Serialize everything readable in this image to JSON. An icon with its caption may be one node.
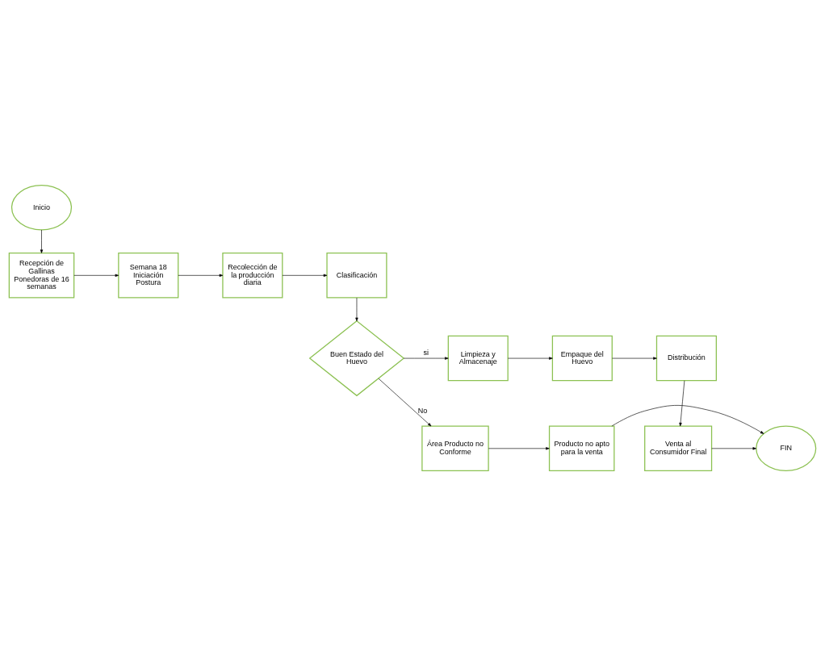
{
  "diagram": {
    "nodes": [
      {
        "text": [
          "Inicio"
        ]
      },
      {
        "text": [
          "Recepción de Gallinas Ponedoras de 16 semanas"
        ]
      },
      {
        "text": [
          "Semana 18 Iniciación Postura"
        ]
      },
      {
        "text": [
          "Recolección de la producción diaria"
        ]
      },
      {
        "text": [
          "Clasificación"
        ]
      },
      {
        "text": [
          "Buen Estado del Huevo"
        ]
      },
      {
        "text": [
          "Limpieza y Almacenaje"
        ]
      },
      {
        "text": [
          "Empaque del Huevo"
        ]
      },
      {
        "text": [
          "Distribución"
        ]
      },
      {
        "text": [
          "Venta al Consumidor Final"
        ]
      },
      {
        "text": [
          "FIN"
        ]
      },
      {
        "text": [
          "Producto no apto para la venta"
        ]
      },
      {
        "text": [
          "Área Producto no Conforme"
        ]
      }
    ],
    "edges": [
      {
        "from": 0,
        "to": 1,
        "arrow": "to"
      },
      {
        "from": 1,
        "to": 2,
        "arrow": "to"
      },
      {
        "from": 2,
        "to": 3,
        "arrow": "to"
      },
      {
        "from": 3,
        "to": 4,
        "arrow": "to"
      },
      {
        "from": 4,
        "to": 5,
        "arrow": "to"
      },
      {
        "from": 5,
        "to": 6,
        "arrow": "to",
        "label": "si"
      },
      {
        "from": 6,
        "to": 7,
        "arrow": "to"
      },
      {
        "from": 7,
        "to": 8,
        "arrow": "to"
      },
      {
        "from": 8,
        "to": 9,
        "arrow": "to"
      },
      {
        "from": 9,
        "to": 10,
        "arrow": "to"
      },
      {
        "from": 5,
        "to": 12,
        "arrow": "to",
        "label": "No"
      },
      {
        "from": 12,
        "to": 11,
        "arrow": "to"
      },
      {
        "from": 11,
        "to": 10,
        "arrow": "to"
      }
    ]
  }
}
